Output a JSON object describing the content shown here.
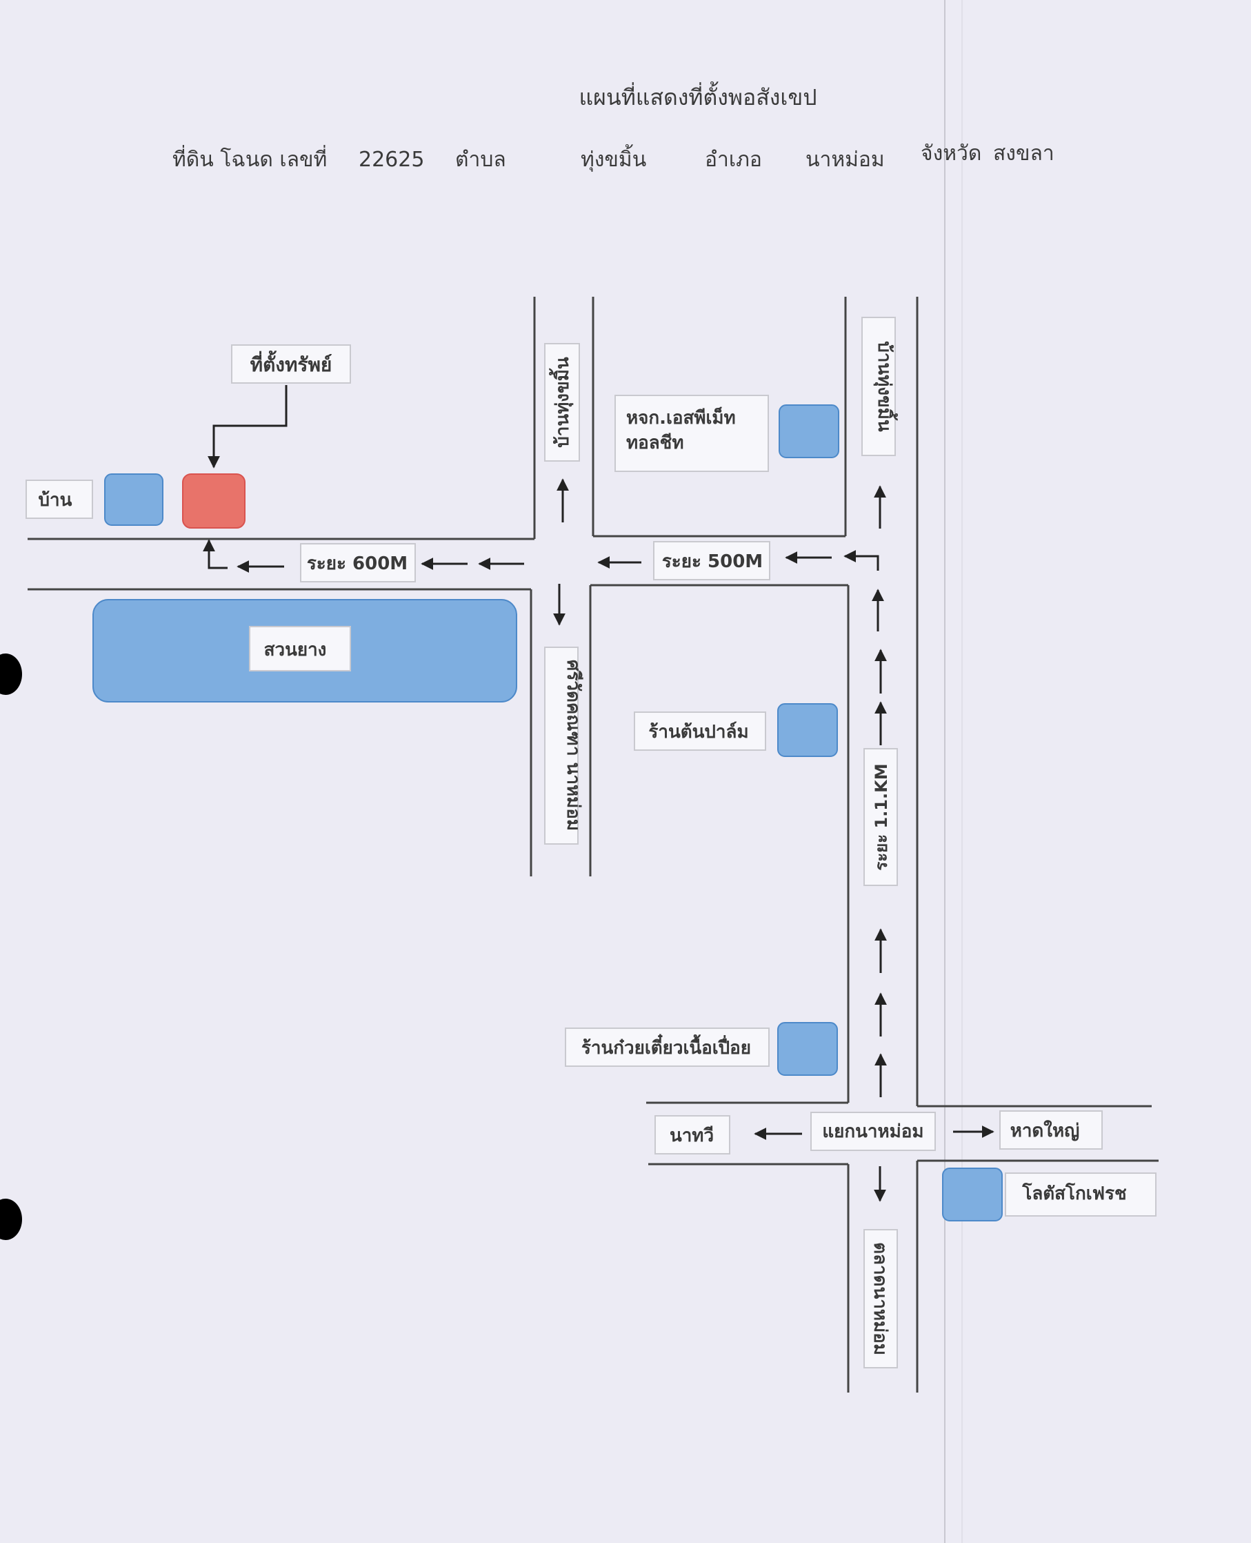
{
  "header": {
    "title": "แผนที่แสดงที่ตั้งพอสังเขป",
    "deed_label": "ที่ดิน โฉนด เลขที่",
    "deed_number": "22625",
    "subdistrict_label": "ตำบล",
    "subdistrict": "ทุ่งขมิ้น",
    "district_label": "อำเภอ",
    "district": "นาหม่อม",
    "province_label": "จังหวัด",
    "province": "สงขลา"
  },
  "map": {
    "property_label": "ที่ตั้งทรัพย์",
    "house_label": "บ้าน",
    "rubber_plantation_label": "สวนยาง",
    "road_ban_thung_khamin_1": "บ้านทุ่งขมิ้น",
    "road_ban_thung_khamin_2": "บ้านทุ่งขมิ้น",
    "road_nahmom_temple": "ศรีวัดคณฑา นาหม่อม",
    "road_nahmom_market": "ตลาดนาหม่อม",
    "dist_600": "ระยะ 600M",
    "dist_500": "ระยะ 500M",
    "dist_1_1km": "ระยะ 1.1.KM",
    "shop_sp_meat_1": "หจก.เอสพีเม็ท",
    "shop_sp_meat_2": "ทอลชีท",
    "shop_palm": "ร้านต้นปาล์ม",
    "shop_noodle": "ร้านก๋วยเตี๋ยวเนื้อเปื่อย",
    "junction": "แยกนาหม่อม",
    "to_nathawi": "นาทวี",
    "to_hatyai": "หาดใหญ่",
    "lotus": "โลตัสโกเฟรช"
  },
  "colors": {
    "background": "#ecebf4",
    "place_blue": "#7eaee0",
    "property_red": "#e8736a"
  }
}
